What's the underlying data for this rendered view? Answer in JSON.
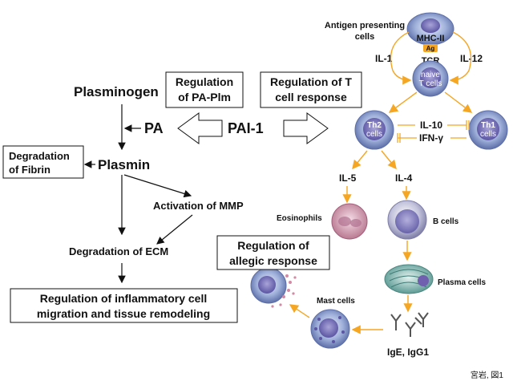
{
  "left": {
    "plasminogen": "Plasminogen",
    "pa": "PA",
    "pai1": "PAI-1",
    "plasmin": "Plasmin",
    "degradation_fibrin": [
      "Degradation",
      "of Fibrin"
    ],
    "activation_mmp": "Activation of MMP",
    "degradation_ecm": "Degradation of ECM",
    "regulation_pa_plm": [
      "Regulation",
      "of PA-Plm"
    ],
    "regulation_t_cell": [
      "Regulation of T",
      "cell response"
    ],
    "regulation_inflammatory": [
      "Regulation of inflammatory cell",
      "migration and tissue remodeling"
    ]
  },
  "right": {
    "apc_label": [
      "Antigen presenting",
      "cells"
    ],
    "mhc": "MHC-II",
    "ag": "Ag",
    "tcr": "TCR",
    "naive": [
      "naive",
      "T cells"
    ],
    "il1": "IL-1",
    "il12": "IL-12",
    "th2": [
      "Th2",
      "cells"
    ],
    "th1": [
      "Th1",
      "cells"
    ],
    "il10": "IL-10",
    "ifn": "IFN-γ",
    "il5": "IL-5",
    "il4": "IL-4",
    "eosinophils": "Eosinophils",
    "b_cells": "B cells",
    "plasma_cells": "Plasma cells",
    "mast_cells": "Mast cells",
    "ige": "IgE, IgG1",
    "regulation_allergic": [
      "Regulation of",
      "allegic response"
    ]
  },
  "footer": "宮岩, 図1",
  "colors": {
    "orange": "#f5a623",
    "black": "#111111",
    "cell_blue": "#7f93c8",
    "cell_light": "#c9d3ee",
    "eosinophil": "#d9a3b5",
    "plasma": "#8fc4bf"
  }
}
